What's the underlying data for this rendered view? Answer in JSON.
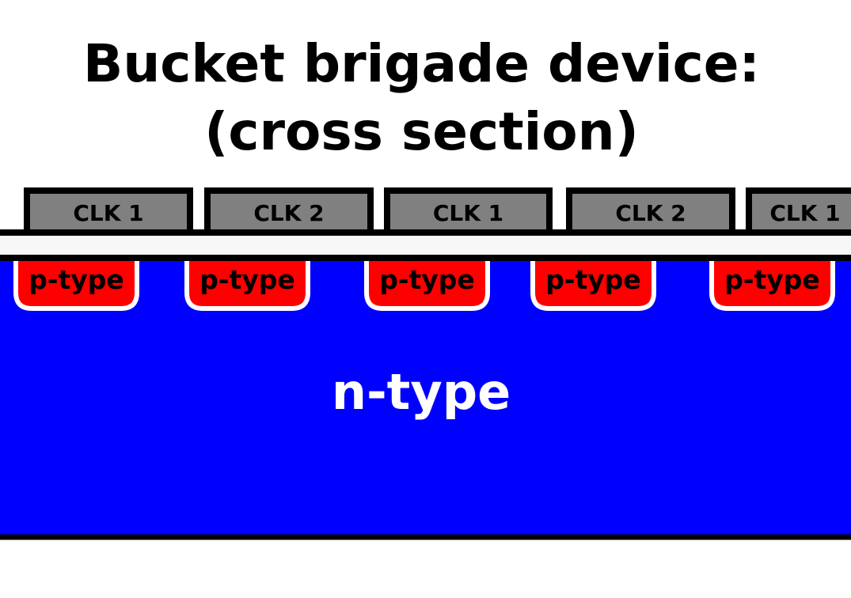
{
  "title_line1": "Bucket brigade device:",
  "title_line2": "(cross section)",
  "gates": [
    "CLK 1",
    "CLK 2",
    "CLK 1",
    "CLK 2",
    "CLK 1"
  ],
  "p_regions": [
    "p-type",
    "p-type",
    "p-type",
    "p-type",
    "p-type"
  ],
  "substrate_label": "n-type",
  "colors": {
    "gate": "#808080",
    "oxide": "#f7f7f7",
    "p": "#ff0000",
    "n": "#0000ff",
    "outline": "#000000"
  }
}
